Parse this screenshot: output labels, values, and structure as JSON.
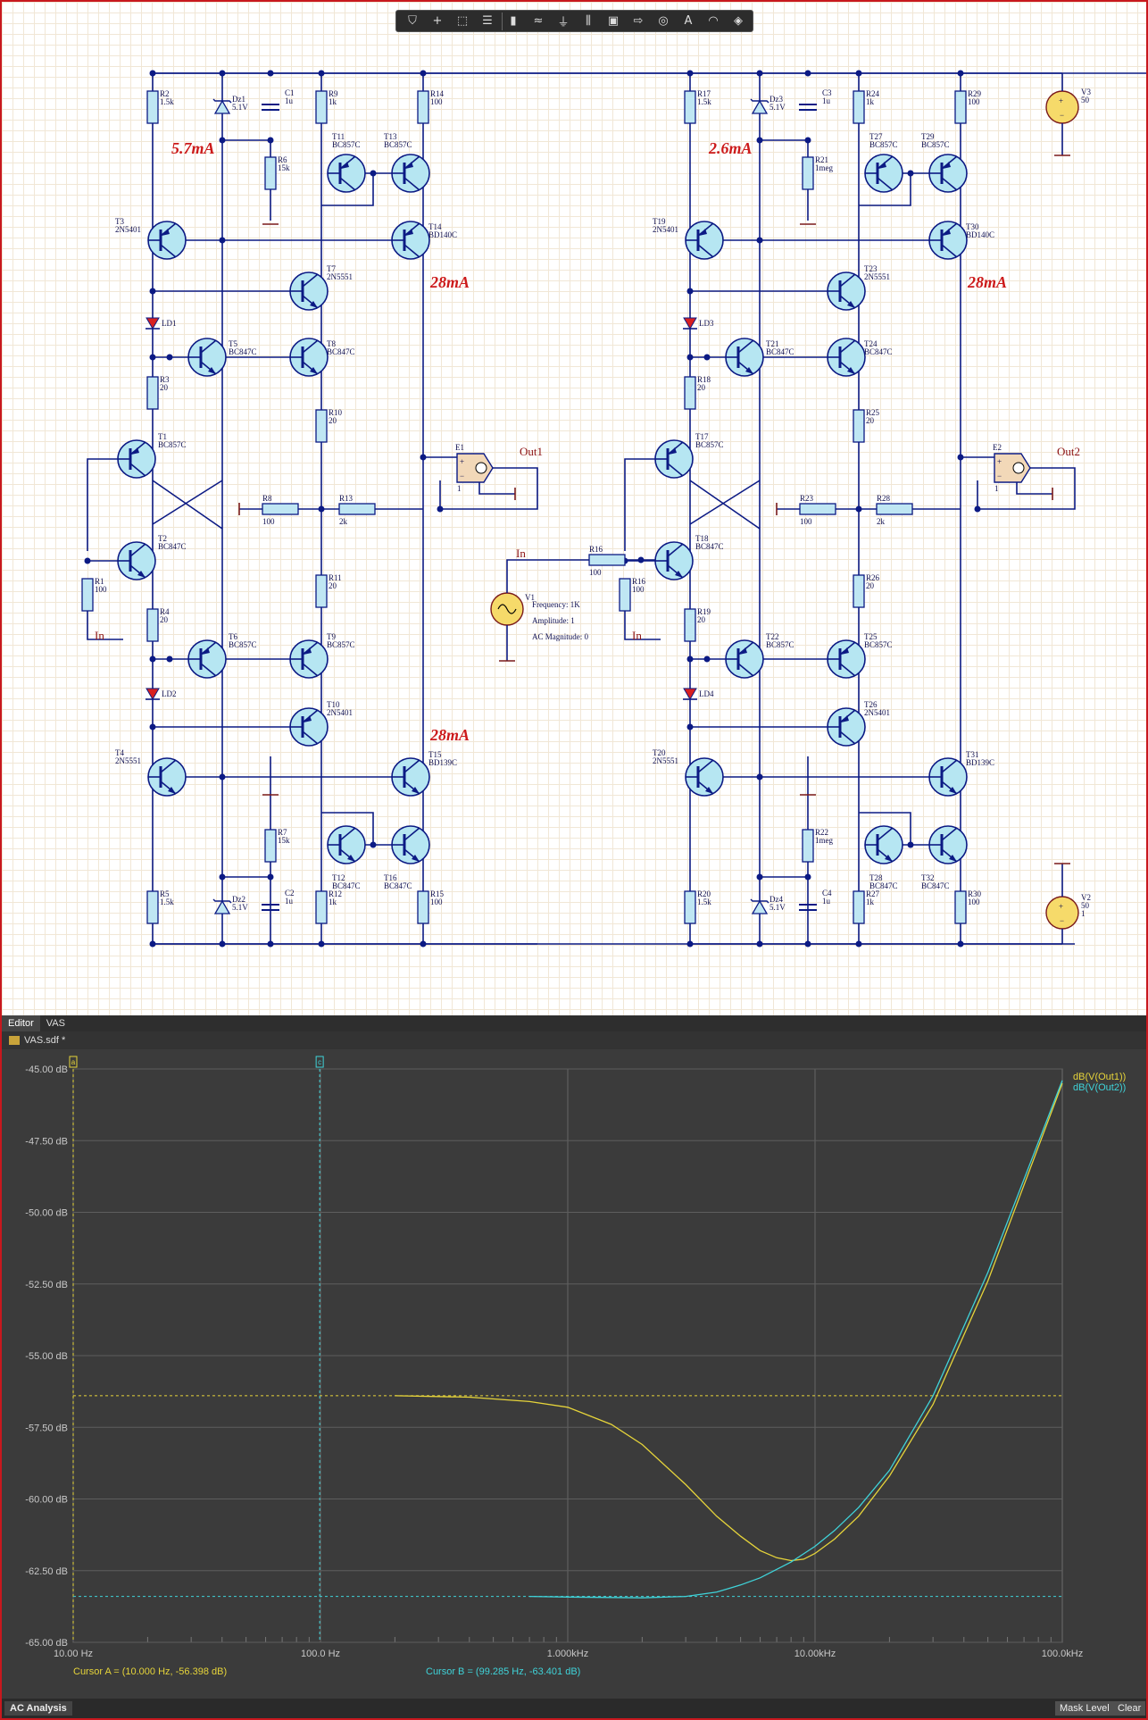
{
  "schematic": {
    "annotations": {
      "a_left": "5.7mA",
      "a_right": "2.6mA",
      "c1": "28mA",
      "c2": "28mA",
      "c3": "28mA"
    },
    "left": {
      "R2": [
        "R2",
        "1.5k"
      ],
      "Dz1": [
        "Dz1",
        "5.1V"
      ],
      "C1": [
        "C1",
        "1u"
      ],
      "R9": [
        "R9",
        "1k"
      ],
      "R14": [
        "R14",
        "100"
      ],
      "T11": [
        "T11",
        "BC857C"
      ],
      "T13": [
        "T13",
        "BC857C"
      ],
      "R6": [
        "R6",
        "15k"
      ],
      "T3": [
        "T3",
        "2N5401"
      ],
      "T14": [
        "T14",
        "BD140C"
      ],
      "T7": [
        "T7",
        "2N5551"
      ],
      "LD1": [
        "LD1"
      ],
      "T5": [
        "T5",
        "BC847C"
      ],
      "T8": [
        "T8",
        "BC847C"
      ],
      "R3": [
        "R3",
        "20"
      ],
      "R10": [
        "R10",
        "20"
      ],
      "T1": [
        "T1",
        "BC857C"
      ],
      "E1": [
        "E1"
      ],
      "Out": "Out1",
      "E1pin": "1",
      "R8": [
        "R8",
        "100"
      ],
      "R13": [
        "R13",
        "2k"
      ],
      "T2": [
        "T2",
        "BC847C"
      ],
      "R11": [
        "R11",
        "20"
      ],
      "R1": [
        "R1",
        "100"
      ],
      "In": "In",
      "R4": [
        "R4",
        "20"
      ],
      "T6": [
        "T6",
        "BC857C"
      ],
      "T9": [
        "T9",
        "BC857C"
      ],
      "LD2": [
        "LD2"
      ],
      "T10": [
        "T10",
        "2N5401"
      ],
      "T4": [
        "T4",
        "2N5551"
      ],
      "T15": [
        "T15",
        "BD139C"
      ],
      "R7": [
        "R7",
        "15k"
      ],
      "T12": [
        "T12",
        "BC847C"
      ],
      "T16": [
        "T16",
        "BC847C"
      ],
      "R5": [
        "R5",
        "1.5k"
      ],
      "Dz2": [
        "Dz2",
        "5.1V"
      ],
      "C2": [
        "C2",
        "1u"
      ],
      "R12": [
        "R12",
        "1k"
      ],
      "R15": [
        "R15",
        "100"
      ]
    },
    "right": {
      "R2": [
        "R17",
        "1.5k"
      ],
      "Dz1": [
        "Dz3",
        "5.1V"
      ],
      "C1": [
        "C3",
        "1u"
      ],
      "R9": [
        "R24",
        "1k"
      ],
      "R14": [
        "R29",
        "100"
      ],
      "T11": [
        "T27",
        "BC857C"
      ],
      "T13": [
        "T29",
        "BC857C"
      ],
      "R6": [
        "R21",
        "1meg"
      ],
      "T3": [
        "T19",
        "2N5401"
      ],
      "T14": [
        "T30",
        "BD140C"
      ],
      "T7": [
        "T23",
        "2N5551"
      ],
      "LD1": [
        "LD3"
      ],
      "T5": [
        "T21",
        "BC847C"
      ],
      "T8": [
        "T24",
        "BC847C"
      ],
      "R3": [
        "R18",
        "20"
      ],
      "R10": [
        "R25",
        "20"
      ],
      "T1": [
        "T17",
        "BC857C"
      ],
      "E1": [
        "E2"
      ],
      "Out": "Out2",
      "E1pin": "1",
      "R8": [
        "R23",
        "100"
      ],
      "R13": [
        "R28",
        "2k"
      ],
      "T2": [
        "T18",
        "BC847C"
      ],
      "R11": [
        "R26",
        "20"
      ],
      "R1": [
        "R16",
        "100"
      ],
      "In": "In",
      "R4": [
        "R19",
        "20"
      ],
      "T6": [
        "T22",
        "BC857C"
      ],
      "T9": [
        "T25",
        "BC857C"
      ],
      "LD2": [
        "LD4"
      ],
      "T10": [
        "T26",
        "2N5401"
      ],
      "T4": [
        "T20",
        "2N5551"
      ],
      "T15": [
        "T31",
        "BD139C"
      ],
      "R7": [
        "R22",
        "1meg"
      ],
      "T12": [
        "T28",
        "BC847C"
      ],
      "T16": [
        "T32",
        "BC847C"
      ],
      "R5": [
        "R20",
        "1.5k"
      ],
      "Dz2": [
        "Dz4",
        "5.1V"
      ],
      "C2": [
        "C4",
        "1u"
      ],
      "R12": [
        "R27",
        "1k"
      ],
      "R15": [
        "R30",
        "100"
      ]
    },
    "sources": {
      "V3": [
        "V3",
        "50"
      ],
      "V2": [
        "V2",
        "50",
        "1"
      ],
      "V1": "V1",
      "V1_freq": "Frequency: 1K",
      "V1_amp": "Amplitude: 1",
      "V1_ac": "AC Magnitude: 0"
    }
  },
  "tabs": [
    "Editor",
    "VAS"
  ],
  "file_tab": "VAS.sdf *",
  "chart_data": {
    "type": "line",
    "x_scale": "log",
    "xlim": [
      10,
      100000
    ],
    "ylim": [
      -65,
      -45
    ],
    "x_ticks": [
      "10.00 Hz",
      "100.0 Hz",
      "1.000kHz",
      "10.00kHz",
      "100.0kHz"
    ],
    "y_ticks": [
      "-45.00 dB",
      "-47.50 dB",
      "-50.00 dB",
      "-52.50 dB",
      "-55.00 dB",
      "-57.50 dB",
      "-60.00 dB",
      "-62.50 dB",
      "-65.00 dB"
    ],
    "series": [
      {
        "name": "dB(V(Out1))",
        "color": "#e6d43a",
        "x": [
          200,
          400,
          700,
          1000,
          1500,
          2000,
          3000,
          4000,
          5000,
          6000,
          7000,
          8000,
          9000,
          10000,
          12000,
          15000,
          20000,
          30000,
          50000,
          100000
        ],
        "y": [
          -56.4,
          -56.45,
          -56.6,
          -56.8,
          -57.4,
          -58.1,
          -59.5,
          -60.6,
          -61.3,
          -61.8,
          -62.05,
          -62.15,
          -62.1,
          -61.9,
          -61.4,
          -60.6,
          -59.2,
          -56.7,
          -52.4,
          -45.5
        ]
      },
      {
        "name": "dB(V(Out2))",
        "color": "#3fd3d9",
        "x": [
          700,
          1000,
          2000,
          3000,
          4000,
          5000,
          6000,
          8000,
          10000,
          12000,
          15000,
          20000,
          30000,
          50000,
          100000
        ],
        "y": [
          -63.4,
          -63.42,
          -63.45,
          -63.4,
          -63.25,
          -63.0,
          -62.75,
          -62.2,
          -61.65,
          -61.1,
          -60.3,
          -59.0,
          -56.4,
          -52.1,
          -45.4
        ]
      }
    ],
    "cursors": {
      "A": {
        "label": "a",
        "x": 10,
        "y": -56.398,
        "text": "Cursor A = (10.000 Hz, -56.398 dB)",
        "color": "#e6d43a"
      },
      "B": {
        "label": "c",
        "x": 99.285,
        "y": -63.401,
        "text": "Cursor B = (99.285 Hz, -63.401 dB)",
        "color": "#3fd3d9"
      }
    },
    "grid": true,
    "legend": "top-right"
  },
  "status": {
    "left": "AC Analysis",
    "mask": "Mask Level",
    "clear": "Clear"
  }
}
